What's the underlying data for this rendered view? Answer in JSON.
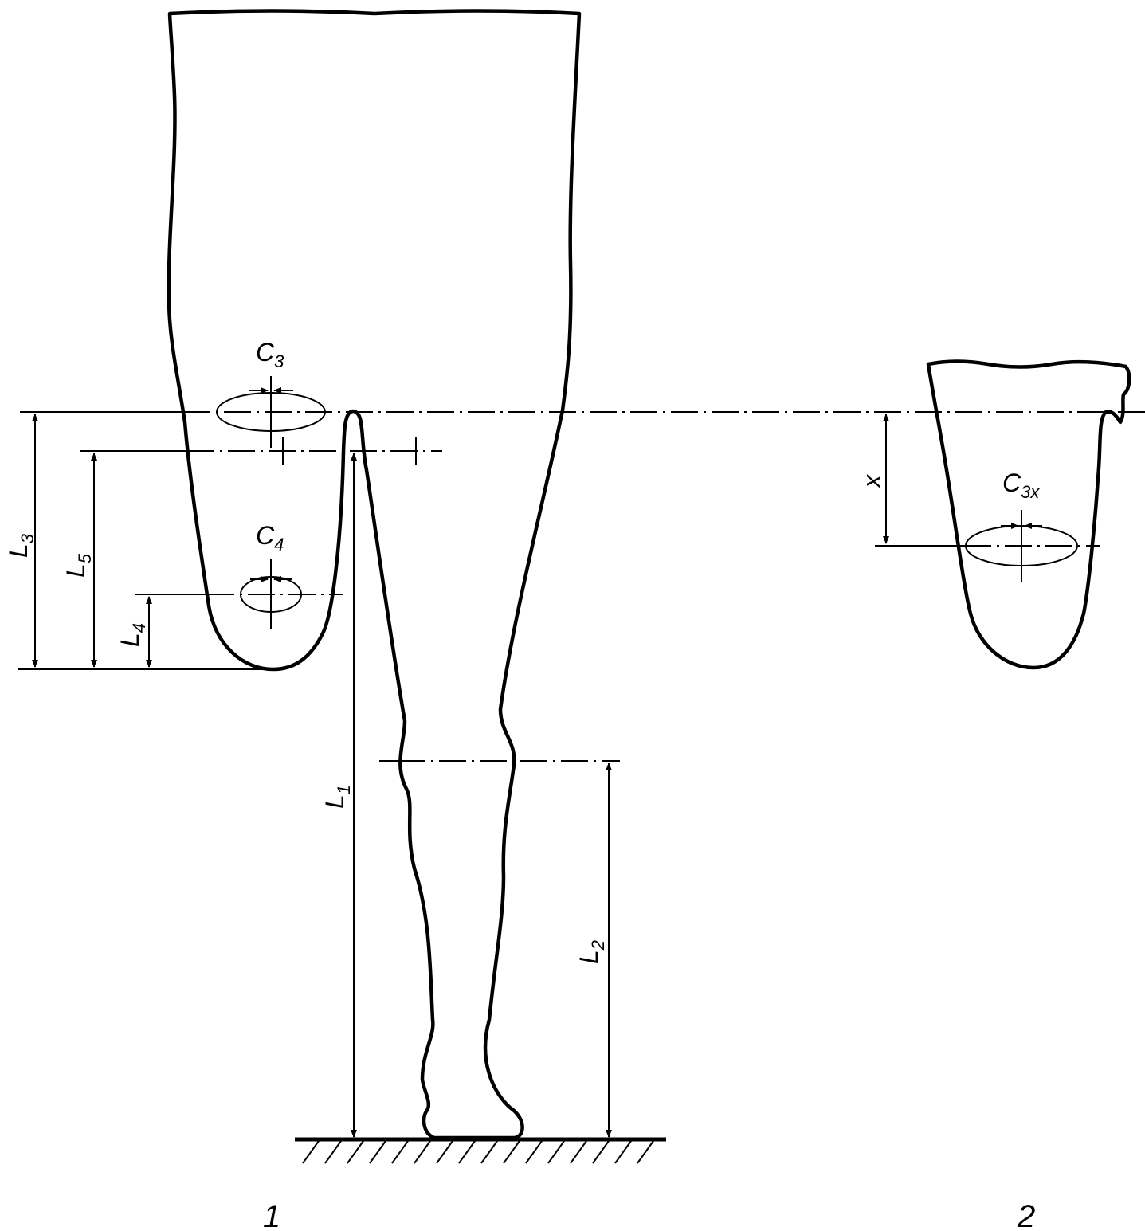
{
  "labels": {
    "c3": {
      "main": "C",
      "sub": "3"
    },
    "c4": {
      "main": "C",
      "sub": "4"
    },
    "c3x": {
      "main": "C",
      "sub": "3x"
    },
    "l1": {
      "main": "L",
      "sub": "1"
    },
    "l2": {
      "main": "L",
      "sub": "2"
    },
    "l3": {
      "main": "L",
      "sub": "3"
    },
    "l4": {
      "main": "L",
      "sub": "4"
    },
    "l5": {
      "main": "L",
      "sub": "5"
    },
    "x": "x"
  },
  "figure_numbers": {
    "left": "1",
    "right": "2"
  },
  "colors": {
    "ink": "#000000",
    "background": "#ffffff"
  }
}
